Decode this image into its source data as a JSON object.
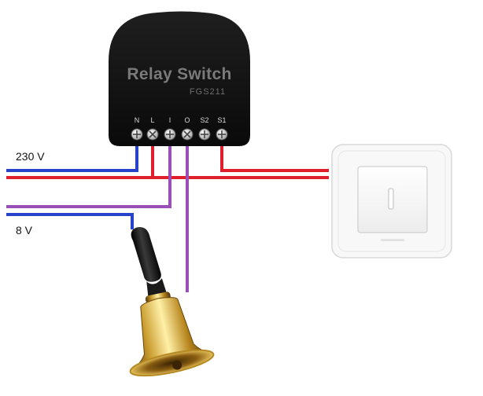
{
  "labels": {
    "voltage_mains": "230 V",
    "voltage_low": "8 V"
  },
  "relay": {
    "title": "Relay Switch",
    "model": "FGS211",
    "terminals": [
      "N",
      "L",
      "I",
      "O",
      "S2",
      "S1"
    ]
  },
  "colors": {
    "neutral": "#2743c9",
    "live": "#e01f2c",
    "signal": "#9a4fb8",
    "relay_body": "#141414",
    "switch_frame": "#f7f7f7"
  },
  "icons": {
    "bell": "hand-bell-icon",
    "wall_switch": "wall-switch-icon",
    "screw": "screw-terminal-icon"
  }
}
